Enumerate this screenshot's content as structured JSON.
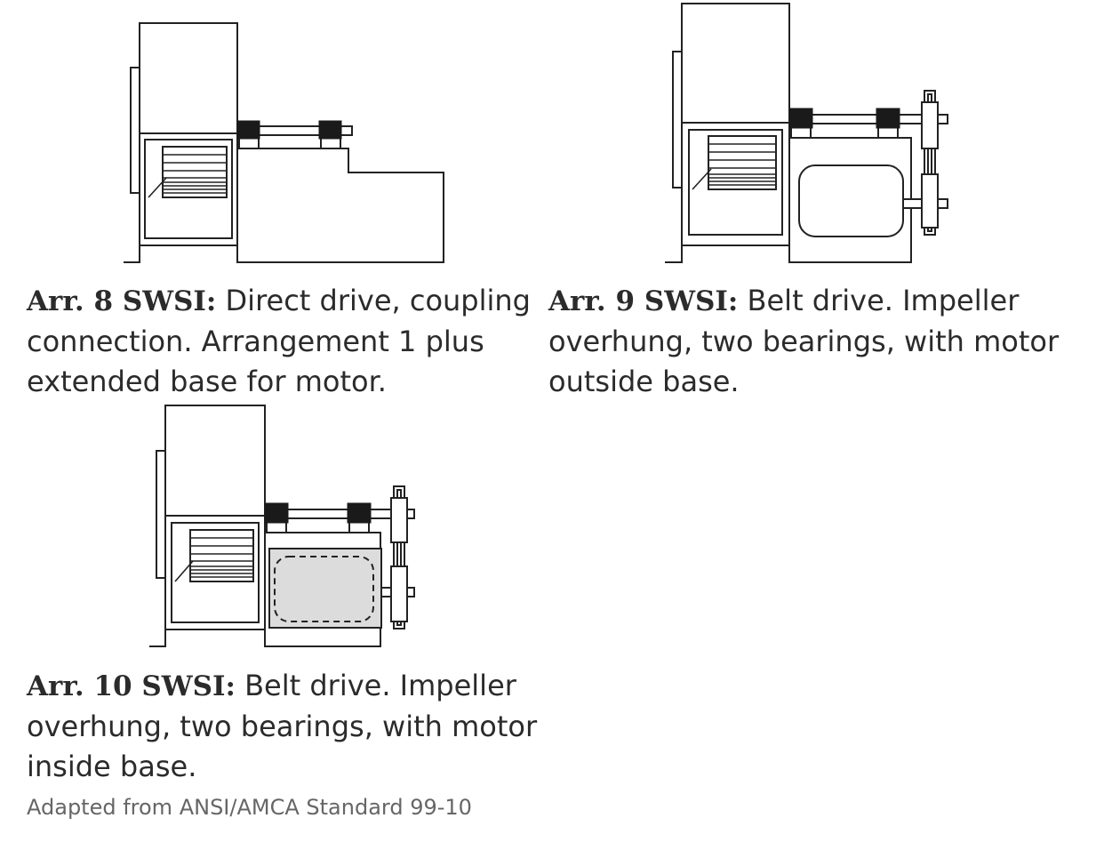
{
  "arrangements": [
    {
      "id": "arr8",
      "label": "Arr. 8 SWSI:",
      "description": " Direct drive, coupling connection. Arrangement 1 plus extended base for motor."
    },
    {
      "id": "arr9",
      "label": "Arr. 9 SWSI:",
      "description": " Belt drive. Impeller overhung, two bearings, with motor outside base."
    },
    {
      "id": "arr10",
      "label": "Arr. 10 SWSI:",
      "description": " Belt drive. Impeller overhung, two bearings, with motor inside base."
    }
  ],
  "source": "Adapted from ANSI/AMCA Standard 99-10"
}
